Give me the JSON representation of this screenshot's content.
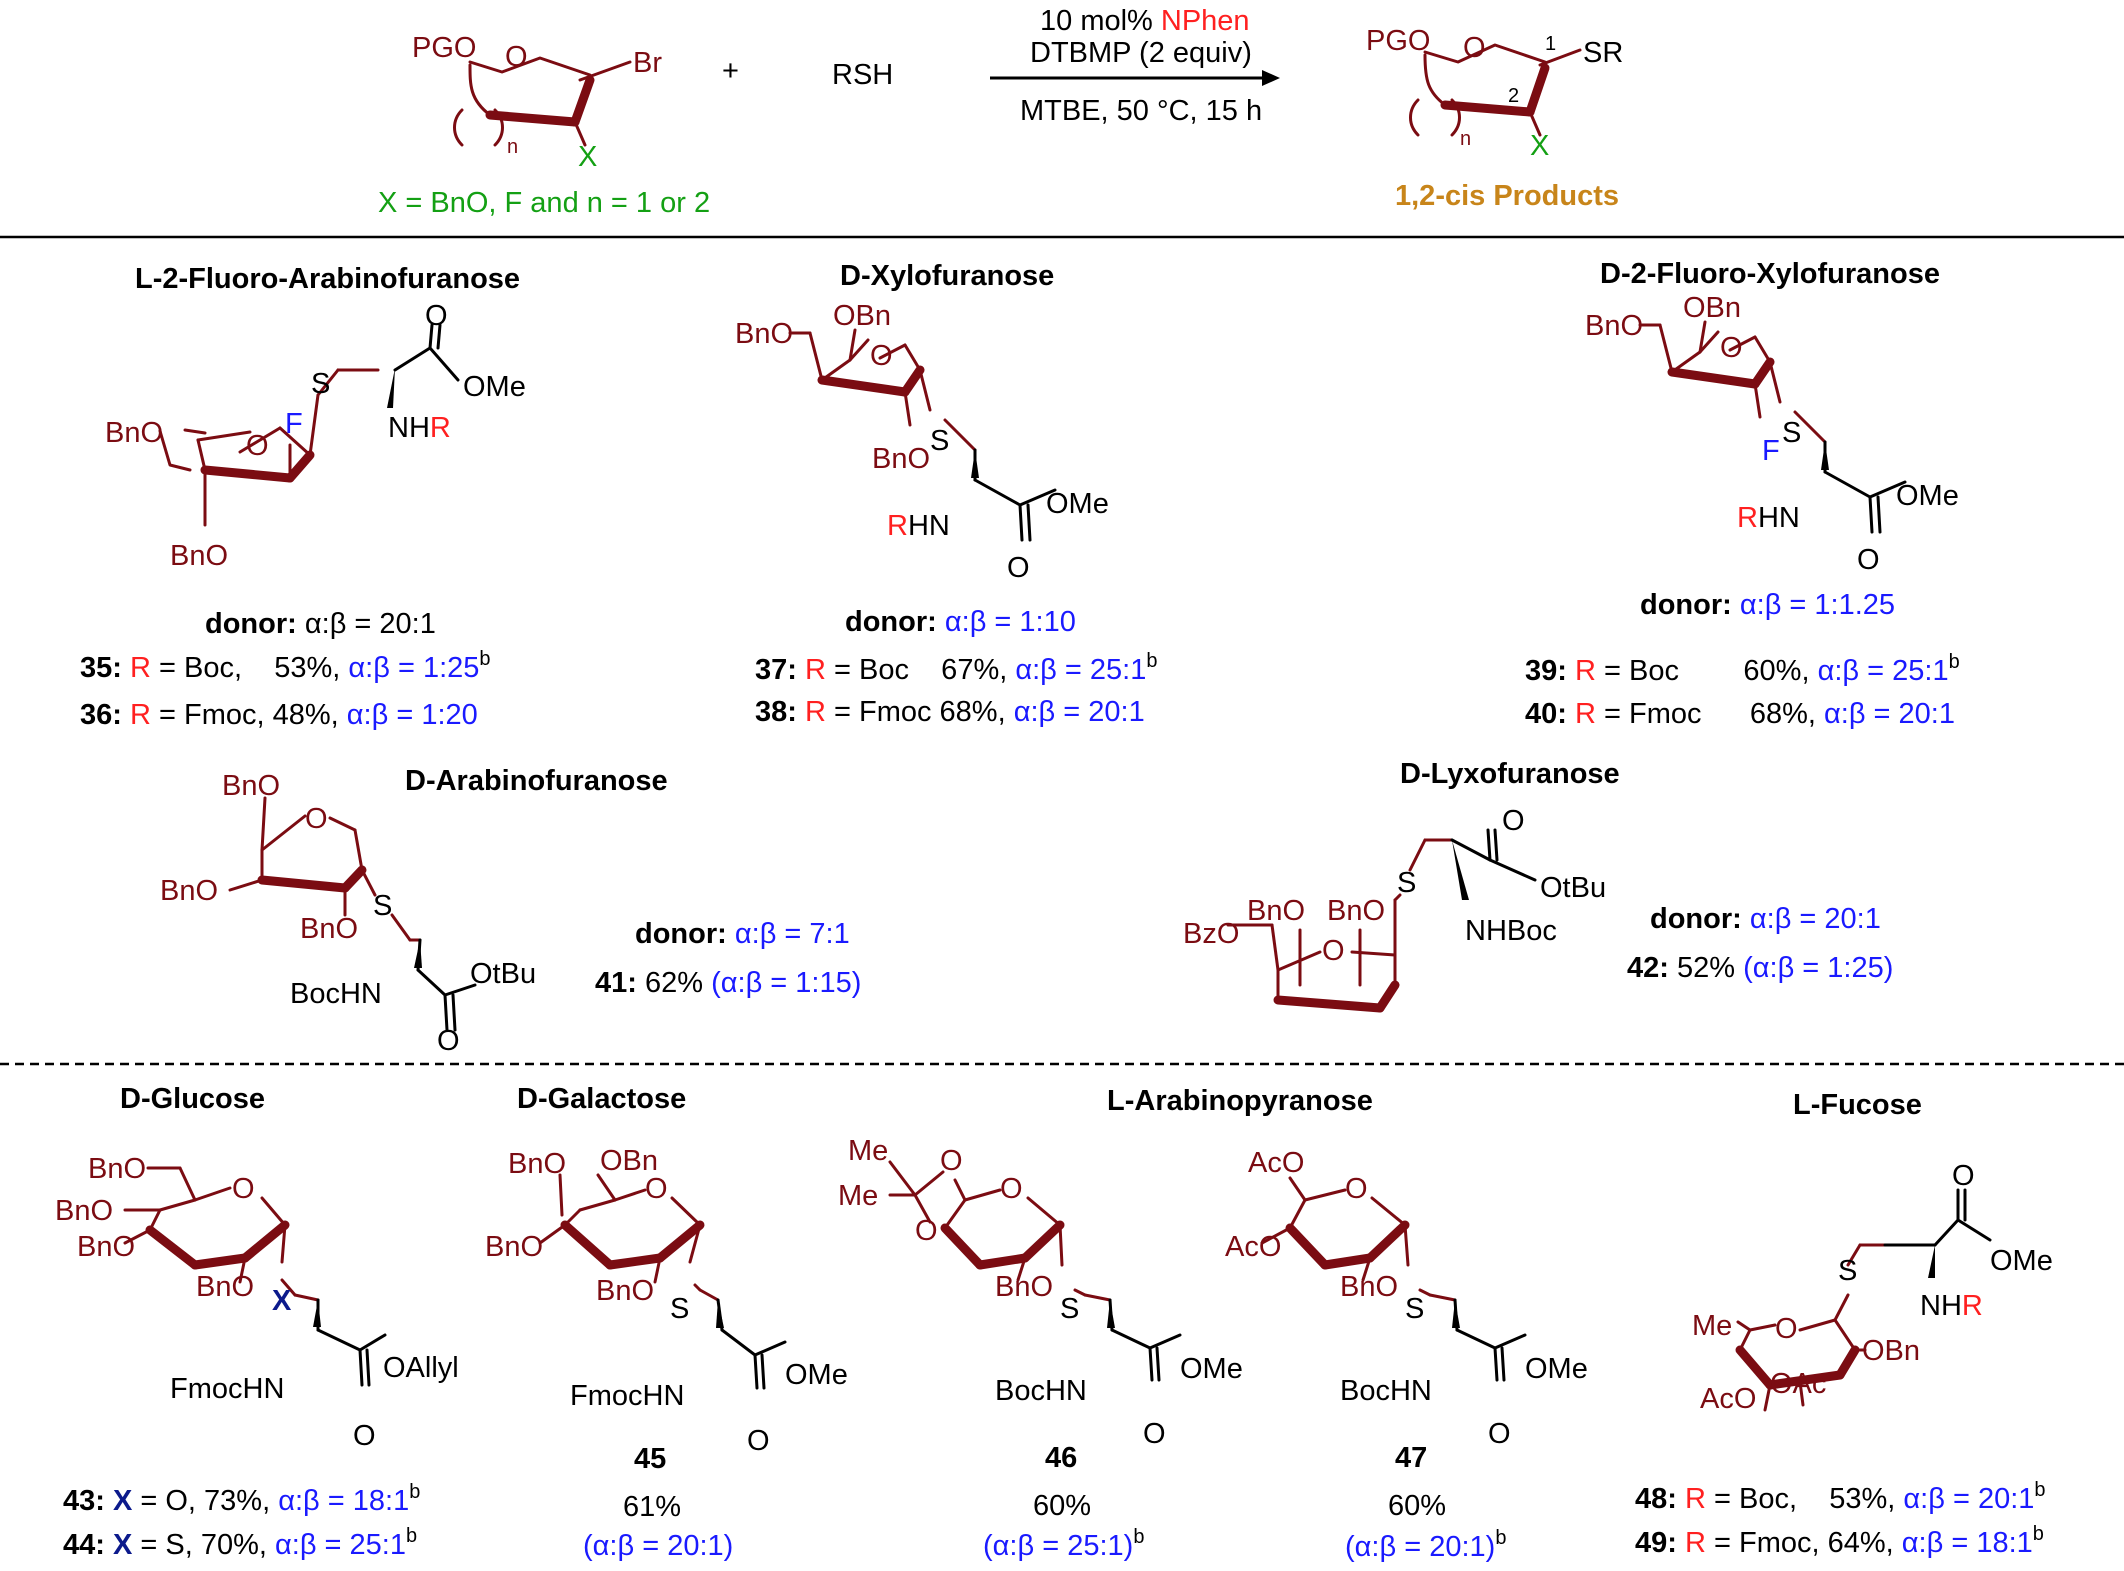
{
  "scheme": {
    "reactant": {
      "pgo": "PGO",
      "o": "O",
      "br": "Br",
      "x": "X",
      "n": "n",
      "note_prefix": "X = BnO, F and n = 1 or 2"
    },
    "plus": "+",
    "reagent": "RSH",
    "conditions": {
      "catalyst_amount": "10 mol% ",
      "catalyst": "NPhen",
      "base": "DTBMP (2 equiv)",
      "solvent_temp": "MTBE, 50 °C, 15 h"
    },
    "product": {
      "pgo": "PGO",
      "o": "O",
      "sr": "SR",
      "pos1": "1",
      "pos2": "2",
      "x": "X",
      "n": "n",
      "label": "1,2-cis Products"
    }
  },
  "panels": {
    "p1": {
      "title": "L-2-Fluoro-Arabinofuranose",
      "atoms": {
        "bno1": "BnO",
        "bno2": "BnO",
        "o": "O",
        "f": "F",
        "s": "S",
        "ome": "OMe",
        "carbonyl_o": "O",
        "nh": "NH",
        "r": "R"
      },
      "donor": {
        "label": "donor:",
        "ratio": "α:β = 20:1"
      },
      "entries": [
        {
          "num": "35:",
          "r": "R",
          "text": " = Boc,    53%, ",
          "ratio": "α:β = 1:25",
          "sup": "b"
        },
        {
          "num": "36:",
          "r": "R",
          "text": " = Fmoc, 48%, ",
          "ratio": "α:β = 1:20",
          "sup": ""
        }
      ]
    },
    "p2": {
      "title": "D-Xylofuranose",
      "atoms": {
        "bno1": "BnO",
        "obn": "OBn",
        "o": "O",
        "bno2": "BnO",
        "s": "S",
        "r": "R",
        "hn": "HN",
        "ome": "OMe",
        "carbonyl_o": "O"
      },
      "donor": {
        "label": "donor:",
        "ratio": "α:β = 1:10"
      },
      "entries": [
        {
          "num": "37:",
          "r": "R",
          "text": " = Boc    67%, ",
          "ratio": "α:β = 25:1",
          "sup": "b"
        },
        {
          "num": "38:",
          "r": "R",
          "text": " = Fmoc 68%, ",
          "ratio": "α:β = 20:1",
          "sup": ""
        }
      ]
    },
    "p3": {
      "title": "D-2-Fluoro-Xylofuranose",
      "atoms": {
        "bno": "BnO",
        "obn": "OBn",
        "o": "O",
        "f": "F",
        "s": "S",
        "r": "R",
        "hn": "HN",
        "ome": "OMe",
        "carbonyl_o": "O"
      },
      "donor": {
        "label": "donor:",
        "ratio": "α:β = 1:1.25"
      },
      "entries": [
        {
          "num": "39:",
          "r": "R",
          "text": " = Boc        60%, ",
          "ratio": "α:β = 25:1",
          "sup": "b"
        },
        {
          "num": "40:",
          "r": "R",
          "text": " = Fmoc      68%, ",
          "ratio": "α:β = 20:1",
          "sup": ""
        }
      ]
    },
    "p4": {
      "title": "D-Arabinofuranose",
      "atoms": {
        "bno1": "BnO",
        "o": "O",
        "bno2": "BnO",
        "bno3": "BnO",
        "s": "S",
        "bochn": "BocHN",
        "otbu": "OtBu",
        "carbonyl_o": "O"
      },
      "donor": {
        "label": "donor:",
        "ratio": "α:β = 7:1"
      },
      "entry": {
        "num": "41:",
        "text": " 62% ",
        "ratio": "(α:β = 1:15)"
      }
    },
    "p5": {
      "title": "D-Lyxofuranose",
      "atoms": {
        "bzo": "BzO",
        "bno1": "BnO",
        "bno2": "BnO",
        "o": "O",
        "s": "S",
        "carbonyl_o": "O",
        "otbu": "OtBu",
        "nhboc": "NHBoc"
      },
      "donor": {
        "label": "donor:",
        "ratio": "α:β = 20:1"
      },
      "entry": {
        "num": "42:",
        "text": " 52% ",
        "ratio": "(α:β = 1:25)"
      }
    },
    "p6": {
      "title": "D-Glucose",
      "atoms": {
        "bno1": "BnO",
        "bno2": "BnO",
        "bno3": "BnO",
        "bno4": "BnO",
        "o": "O",
        "x": "X",
        "fmochn": "FmocHN",
        "oallyl": "OAllyl",
        "carbonyl_o": "O"
      },
      "entries": [
        {
          "num": "43:",
          "x": "X",
          "text": " = O, 73%, ",
          "ratio": "α:β = 18:1",
          "sup": "b"
        },
        {
          "num": "44:",
          "x": "X",
          "text": " = S, 70%, ",
          "ratio": "α:β = 25:1",
          "sup": "b"
        }
      ]
    },
    "p7": {
      "title": "D-Galactose",
      "atoms": {
        "bno1": "BnO",
        "obn": "OBn",
        "bno2": "BnO",
        "bno3": "BnO",
        "o": "O",
        "s": "S",
        "fmochn": "FmocHN",
        "ome": "OMe",
        "carbonyl_o": "O"
      },
      "num": "45",
      "yield": "61%",
      "ratio": "(α:β = 20:1)"
    },
    "p8": {
      "title": "L-Arabinopyranose",
      "atoms": {
        "me1": "Me",
        "me2": "Me",
        "o1": "O",
        "o2": "O",
        "o_ring": "O",
        "bno": "BnO",
        "s": "S",
        "bochn": "BocHN",
        "ome": "OMe",
        "carbonyl_o": "O"
      },
      "num": "46",
      "yield": "60%",
      "ratio": "(α:β = 25:1)",
      "sup": "b"
    },
    "p9": {
      "atoms": {
        "aco1": "AcO",
        "aco2": "AcO",
        "o_ring": "O",
        "bno": "BnO",
        "s": "S",
        "bochn": "BocHN",
        "ome": "OMe",
        "carbonyl_o": "O"
      },
      "num": "47",
      "yield": "60%",
      "ratio": "(α:β = 20:1)",
      "sup": "b"
    },
    "p10": {
      "title": "L-Fucose",
      "atoms": {
        "me": "Me",
        "o_ring": "O",
        "obn": "OBn",
        "aco": "AcO",
        "oac": "OAc",
        "s": "S",
        "carbonyl_o": "O",
        "ome": "OMe",
        "nh": "NH",
        "r": "R"
      },
      "entries": [
        {
          "num": "48:",
          "r": "R",
          "text": " = Boc,    53%, ",
          "ratio": "α:β = 20:1",
          "sup": "b"
        },
        {
          "num": "49:",
          "r": "R",
          "text": " = Fmoc, 64%, ",
          "ratio": "α:β = 18:1",
          "sup": "b"
        }
      ]
    }
  }
}
